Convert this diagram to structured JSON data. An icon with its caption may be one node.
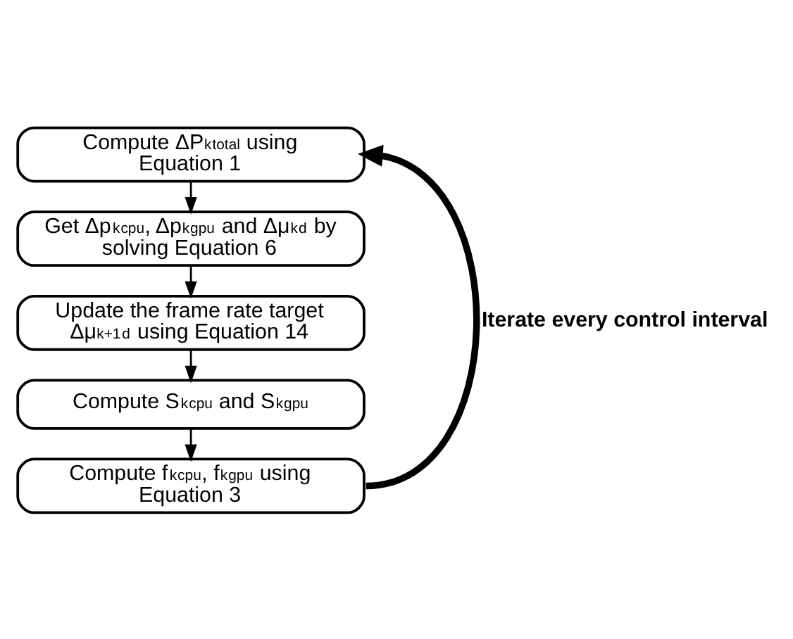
{
  "diagram": {
    "nodes": [
      {
        "text": [
          "Compute ΔP$^{k}$$_{total}$ using Equation 1"
        ]
      },
      {
        "text": [
          "Get Δp$^{k}$$_{cpu}$, Δp$^{k}$$_{gpu}$ and Δμ$^{k}$$_{d}$ by solving Equation 6"
        ]
      },
      {
        "text": [
          "Update the frame rate target Δμ$^{k+1}$$_{d}$ using Equation 14"
        ]
      },
      {
        "text": [
          "Compute S$^{k}$$_{cpu}$ and S$^{k}$$_{gpu}$"
        ]
      },
      {
        "text": [
          "Compute f$^{k}$$_{cpu}$, f$^{k}$$_{gpu}$ using Equation 3"
        ]
      }
    ],
    "edges": [
      {
        "from": 0,
        "to": 1,
        "arrow": "to"
      },
      {
        "from": 1,
        "to": 2,
        "arrow": "to"
      },
      {
        "from": 2,
        "to": 3,
        "arrow": "to"
      },
      {
        "from": 3,
        "to": 4,
        "arrow": "to"
      },
      {
        "from": 4,
        "to": 0,
        "arrow": "to",
        "style": "thick",
        "label": "Iterate every control interval"
      }
    ]
  }
}
